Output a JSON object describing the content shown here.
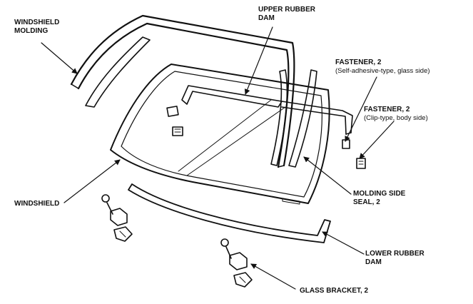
{
  "labels": {
    "windshield_molding": [
      "WINDSHIELD",
      "MOLDING"
    ],
    "upper_rubber_dam": [
      "UPPER RUBBER",
      "DAM"
    ],
    "fastener_glass": {
      "title": "FASTENER, 2",
      "note": "(Self-adhesive-type, glass side)"
    },
    "fastener_body": {
      "title": "FASTENER, 2",
      "note": "(Clip-type, body side)"
    },
    "windshield": "WINDSHIELD",
    "molding_side_seal": [
      "MOLDING SIDE",
      "SEAL, 2"
    ],
    "lower_rubber_dam": [
      "LOWER RUBBER",
      "DAM"
    ],
    "glass_bracket": "GLASS BRACKET, 2"
  },
  "colors": {
    "ink": "#111111",
    "paper": "#ffffff"
  }
}
